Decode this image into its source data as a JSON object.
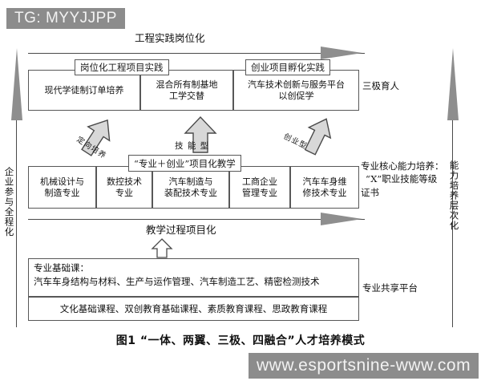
{
  "watermarks": {
    "top": "TG: MYYJJPP",
    "bottom": "www.esportsnine-www.com"
  },
  "figure": {
    "caption": "图1  “一体、两翼、三极、四融合”人才培养模式",
    "top_axis_label": "工程实践岗位化",
    "mid_axis_label": "教学过程项目化",
    "left_vertical_label": "企业参与全程化",
    "right_vertical_label": "能力培养层次化"
  },
  "practice_layer": {
    "caption_left": "岗位化工程项目实践",
    "caption_right": "创业项目孵化实践",
    "side_label": "三极育人",
    "cells": [
      {
        "text": "现代学徒制订单培养"
      },
      {
        "text": "混合所有制基地\n工学交替"
      },
      {
        "text": "汽车技术创新与服务平台\n以创促学"
      }
    ]
  },
  "arrows": {
    "left_label": "定向培养",
    "center_label": "技 能 型",
    "right_label": "创业型"
  },
  "major_layer": {
    "caption": "“专业＋创业”项目化教学",
    "side_label_line1": "专业核心能力培养：",
    "side_label_line2": "“X”职业技能等级",
    "side_label_line3": "证书",
    "cells": [
      {
        "text": "机械设计与\n制造专业"
      },
      {
        "text": "数控技术\n专业"
      },
      {
        "text": "汽车制造与\n装配技术专业"
      },
      {
        "text": "工商企业\n管理专业"
      },
      {
        "text": "汽车车身维\n修技术专业"
      }
    ]
  },
  "foundation_layer": {
    "side_label": "专业共享平台",
    "basic_course_title": "专业基础课：",
    "basic_course_items": "汽车车身结构与材料、生产与运作管理、汽车制造工艺、精密检测技术",
    "general_course_items": "文化基础课程、双创教育基础课程、素质教育课程、思政教育课程"
  },
  "colors": {
    "arrow_fill": "#8e8e8e",
    "line": "#4a4a4a",
    "box_border": "#585858",
    "watermark_bg": "#8c8c8c",
    "watermark_text": "#f2f2f2",
    "page_bg": "#ffffff"
  }
}
